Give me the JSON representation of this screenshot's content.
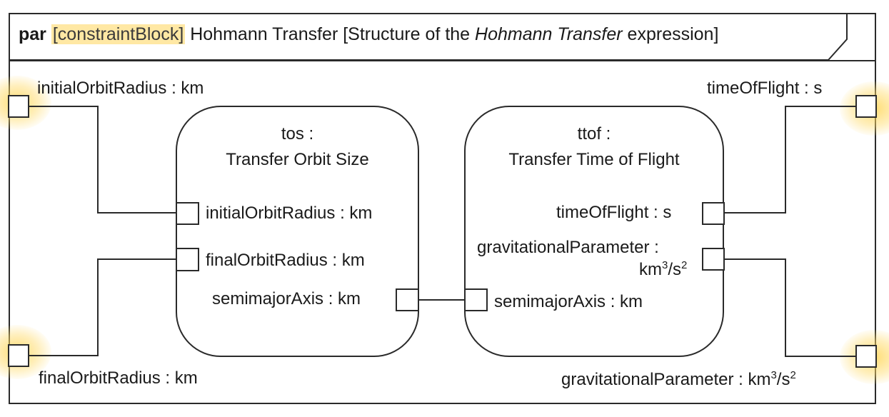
{
  "diagram": {
    "title": {
      "keyword": "par",
      "stereotype": "[constraintBlock]",
      "name": " Hohmann Transfer [Structure of the ",
      "italic": "Hohmann Transfer",
      "suffix": " expression]"
    },
    "boundary_params": {
      "initial_orbit_radius": "initialOrbitRadius : km",
      "final_orbit_radius": "finalOrbitRadius : km",
      "time_of_flight": "timeOfFlight : s",
      "gravitational_parameter": "gravitationalParameter : km",
      "gravitational_parameter_unit_tail": "/s"
    },
    "blocks": {
      "tos": {
        "name_line1": "tos :",
        "name_line2": "Transfer Orbit Size",
        "params": {
          "initial_orbit_radius": "initialOrbitRadius : km",
          "final_orbit_radius": "finalOrbitRadius : km",
          "semimajor_axis": "semimajorAxis : km"
        }
      },
      "ttof": {
        "name_line1": "ttof :",
        "name_line2": "Transfer Time of Flight",
        "params": {
          "time_of_flight": "timeOfFlight : s",
          "gravitational_parameter_line1": "gravitationalParameter :",
          "gravitational_parameter_line2": "km",
          "gravitational_parameter_tail": "/s",
          "semimajor_axis": "semimajorAxis : km"
        }
      }
    },
    "superscripts": {
      "cube": "3",
      "square": "2"
    },
    "colors": {
      "line": "#2a2a2a",
      "highlight": "#ffd24a"
    }
  }
}
